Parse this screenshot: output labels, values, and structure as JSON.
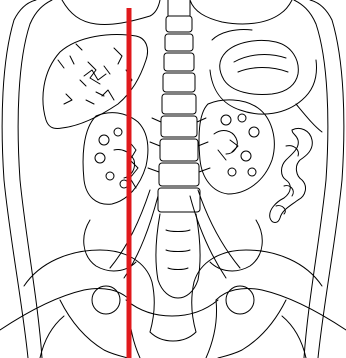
{
  "diagram": {
    "style": "black line drawing on white, coronal abdominal cross-section",
    "line_color": "#000000",
    "background_color": "#ffffff",
    "marker": {
      "color": "#e0191c",
      "orientation": "vertical"
    },
    "structures": [
      {
        "name": "outer-body-outline"
      },
      {
        "name": "liver"
      },
      {
        "name": "spleen"
      },
      {
        "name": "stomach"
      },
      {
        "name": "right-kidney"
      },
      {
        "name": "left-kidney"
      },
      {
        "name": "spine"
      },
      {
        "name": "bowel"
      },
      {
        "name": "pelvis"
      },
      {
        "name": "iliac-bones"
      },
      {
        "name": "psoas-muscles"
      }
    ]
  }
}
